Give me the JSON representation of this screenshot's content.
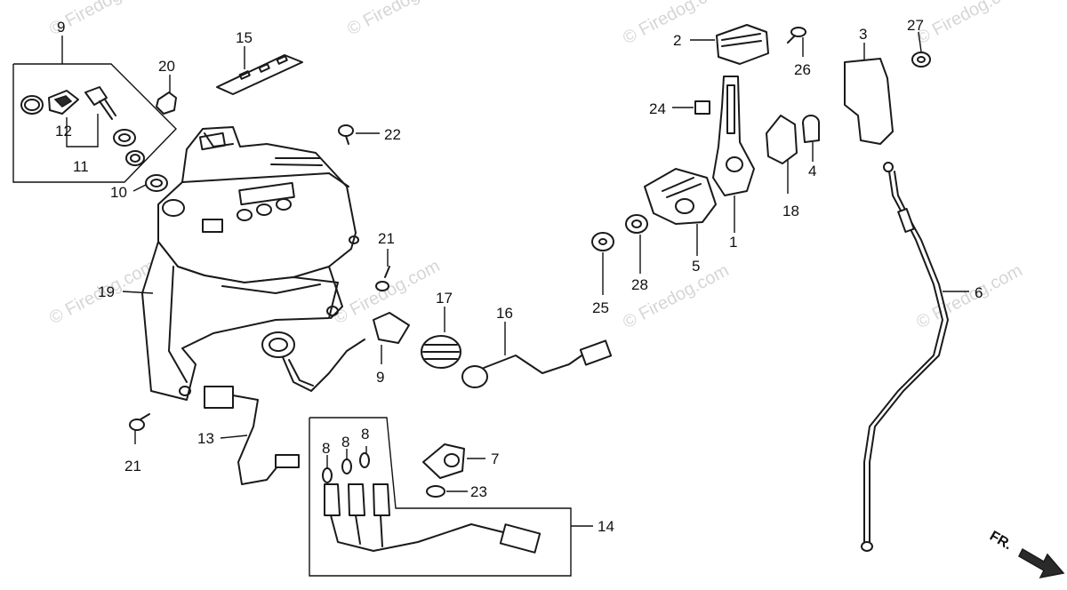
{
  "watermark": "© Firedog.com",
  "direction_label": "FR.",
  "callouts": [
    "1",
    "2",
    "3",
    "4",
    "5",
    "6",
    "7",
    "8",
    "9",
    "10",
    "11",
    "12",
    "13",
    "14",
    "15",
    "16",
    "17",
    "18",
    "19",
    "20",
    "21",
    "22",
    "23",
    "24",
    "25",
    "26",
    "27",
    "28"
  ]
}
